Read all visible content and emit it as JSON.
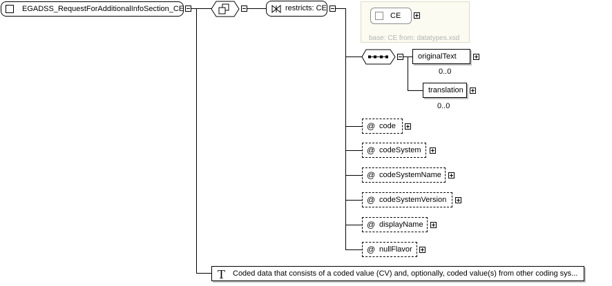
{
  "root": {
    "name": "EGADSS_RequestForAdditionalInfoSection_CE"
  },
  "restriction": {
    "label": "restricts: CE"
  },
  "base_panel": {
    "type_name": "CE",
    "note": "base: CE from: datatypes.xsd"
  },
  "elements": [
    {
      "name": "originalText",
      "occurrence": "0..0"
    },
    {
      "name": "translation",
      "occurrence": "0..0"
    }
  ],
  "attributes": [
    {
      "name": "code"
    },
    {
      "name": "codeSystem"
    },
    {
      "name": "codeSystemName"
    },
    {
      "name": "codeSystemVersion"
    },
    {
      "name": "displayName"
    },
    {
      "name": "nullFlavor"
    }
  ],
  "documentation": {
    "icon_glyph": "T",
    "text": "Coded data that consists of a coded value (CV) and, optionally, coded value(s) from other coding sys..."
  }
}
